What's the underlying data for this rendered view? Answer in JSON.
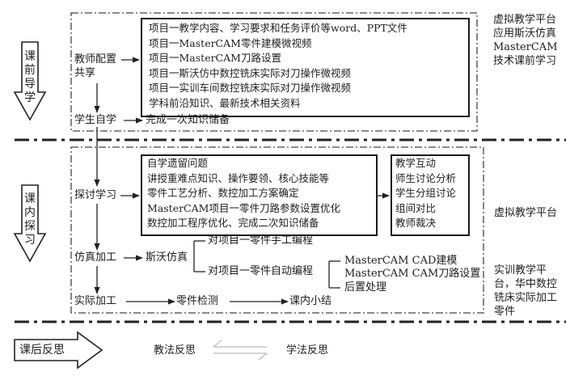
{
  "stages": {
    "pre": {
      "arrow_label": "课前导学",
      "teacher_share": "教师配置共享",
      "resources": [
        "项目一教学内容、学习要求和任务评价等word、PPT文件",
        "项目一MasterCAM零件建模微视频",
        "项目一MasterCAM刀路设置",
        "项目一斯沃仿中数控铣床实际对刀操作微视频",
        "项目一实训车间数控铣床实际对刀操作微视频",
        "学科前沿知识、最新技术相关资料"
      ],
      "self_study": "学生自学",
      "first_knowledge": "完成一次知识储备",
      "side_note": "虚拟教学平台应用斯沃仿真MasterCAM技术课前学习"
    },
    "in": {
      "arrow_label": "课内探习",
      "discussion": "探讨学习",
      "discussion_items": [
        "自学遗留问题",
        "讲授重难点知识、操作要领、核心技能等",
        "零件工艺分析、数控加工方案确定",
        "MasterCAM项目一零件刀路参数设置优化",
        "数控加工程序优化、完成二次知识储备"
      ],
      "interaction": [
        "教学互动",
        "师生讨论分析",
        "学生分组讨论",
        "组间对比",
        "教师裁决"
      ],
      "simulation": "仿真加工",
      "swansoft": "斯沃仿真",
      "manual_program": "对项目一零件手工编程",
      "auto_program": "对项目一零件自动编程",
      "cad_items": [
        "MasterCAM CAD建模",
        "MasterCAM CAM刀路设置",
        "后置处理"
      ],
      "real_machining": "实际加工",
      "part_inspection": "零件检测",
      "class_summary": "课内小结",
      "side_note_virtual": "虚拟教学平台",
      "side_note_real": "实训教学平台，华中数控铣床实际加工零件"
    },
    "post": {
      "arrow_label": "课后反思",
      "teaching_reflection": "教法反思",
      "learning_reflection": "学法反思"
    }
  }
}
